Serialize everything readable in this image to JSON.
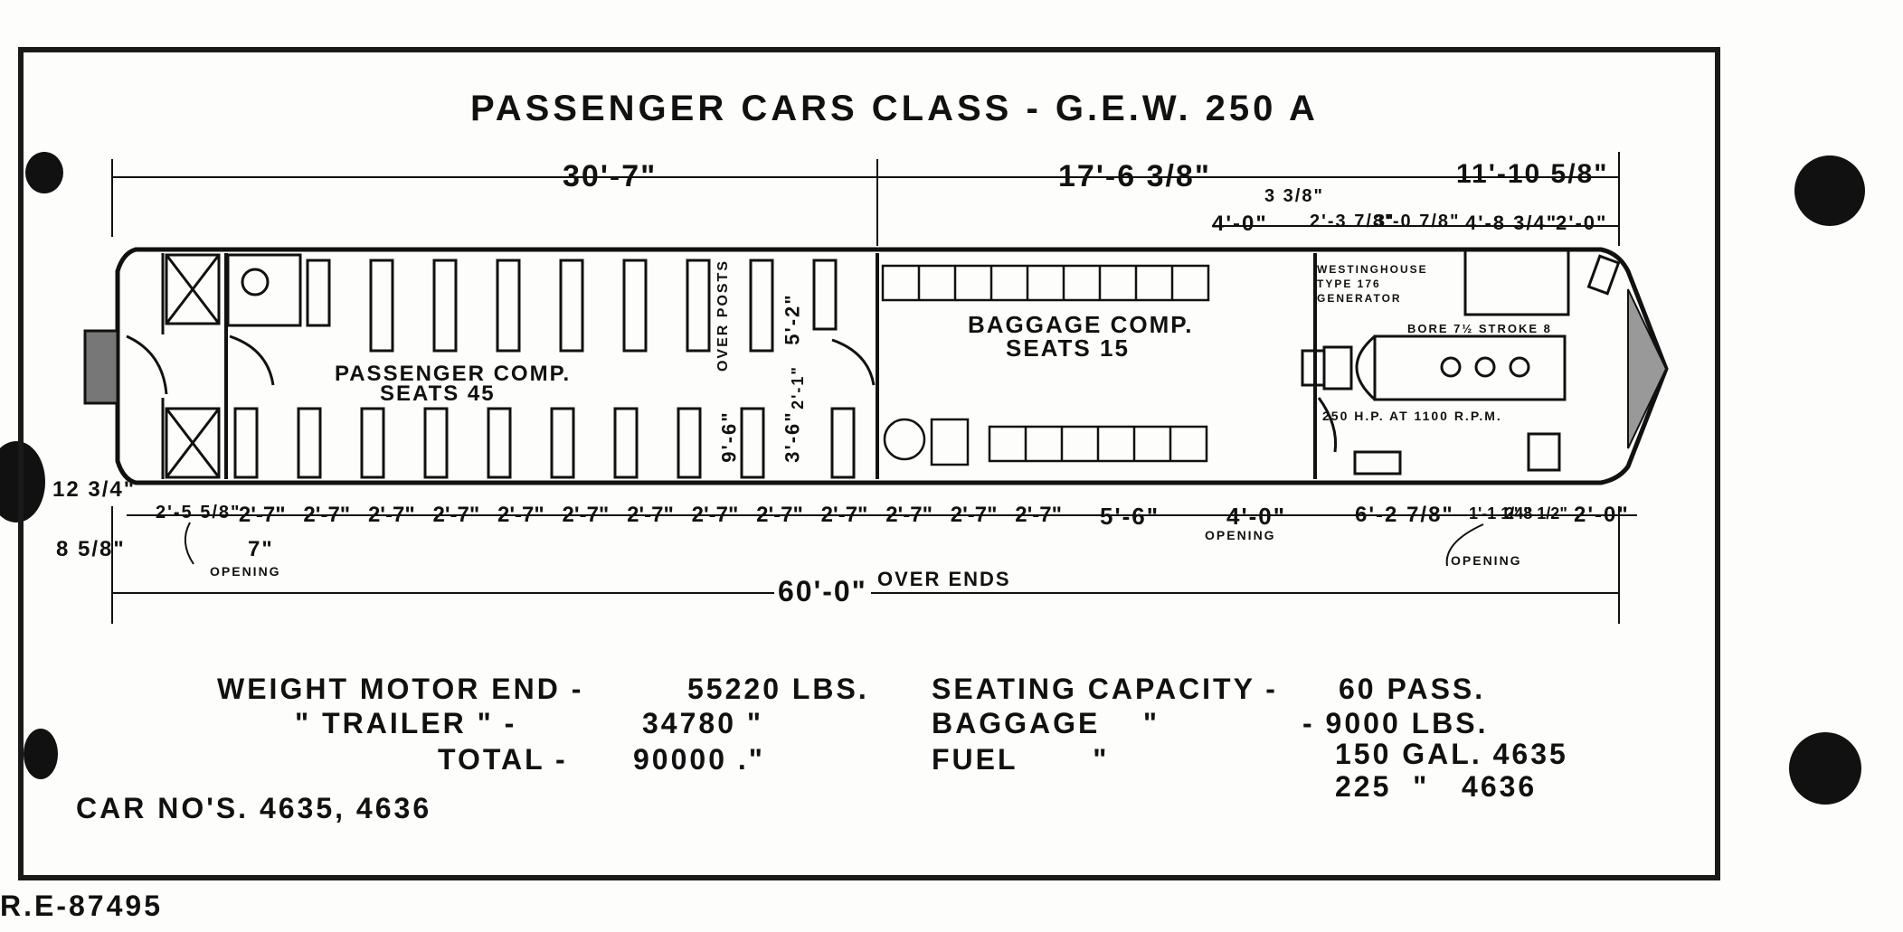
{
  "drawing": {
    "title": "PASSENGER CARS CLASS - G.E.W. 250 A",
    "drawing_number": "R.E-87495",
    "car_numbers": "CAR NO'S. 4635, 4636",
    "compartments": {
      "passenger_label": "PASSENGER COMP.",
      "passenger_seats": "SEATS 45",
      "baggage_label": "BAGGAGE COMP.",
      "baggage_seats": "SEATS 15",
      "generator_label": "WESTINGHOUSE TYPE 176 GENERATOR",
      "engine_bore": "BORE 7½ STROKE 8",
      "engine_power": "250 H.P. AT 1100 R.P.M.",
      "post_label": "OVER POSTS"
    },
    "top_dimensions": {
      "passenger_length": "30'-7\"",
      "baggage_length": "17'-6 3/8\"",
      "engine_length": "11'-10 5/8\"",
      "d1": "4'-0\"",
      "d2": "3 3/8\"",
      "d3": "2'-3 7/8\"",
      "d4": "3'-0 7/8\"",
      "d5": "4'-8 3/4\"",
      "d6": "2'-0\""
    },
    "bottom_dimensions": {
      "bays": [
        "2'-7\"",
        "2'-7\"",
        "2'-7\"",
        "2'-7\"",
        "2'-7\"",
        "2'-7\"",
        "2'-7\"",
        "2'-7\"",
        "2'-7\"",
        "2'-7\"",
        "2'-7\"",
        "2'-7\"",
        "2'-7\""
      ],
      "first": "2'-5 5/8\"",
      "small": "7\"",
      "d_5_6": "5'-6\"",
      "door_opening": "4'-0\"",
      "d_6_2": "6'-2 7/8\"",
      "d_1_1": "1'-1 1/4\"",
      "d_2_8": "2'-8 1/2\"",
      "d_2_0": "2'-0\"",
      "left_12": "12 3/4\"",
      "left_8": "8 5/8\"",
      "opening": "OPENING",
      "overall": "60'-0\"",
      "overall_note": "OVER ENDS"
    },
    "seat_dims": {
      "aisle": "5'-2\"",
      "v1": "9'-6\"",
      "v2": "3'-6\"",
      "v3": "2'-1\""
    },
    "weights": {
      "motor_label": "WEIGHT MOTOR END -",
      "motor_value": "55220 LBS.",
      "trailer_label": "\"   TRAILER \" -",
      "trailer_value": "34780 \"",
      "total_label": "TOTAL -",
      "total_value": "90000 .\""
    },
    "capacity": {
      "seating_label": "SEATING CAPACITY -",
      "seating_value": "60 PASS.",
      "baggage_label": "BAGGAGE    \"",
      "baggage_value": "- 9000 LBS.",
      "fuel_label": "FUEL       \"",
      "fuel_value_1": "150 GAL. 4635",
      "fuel_value_2": "225  \"   4636"
    }
  }
}
